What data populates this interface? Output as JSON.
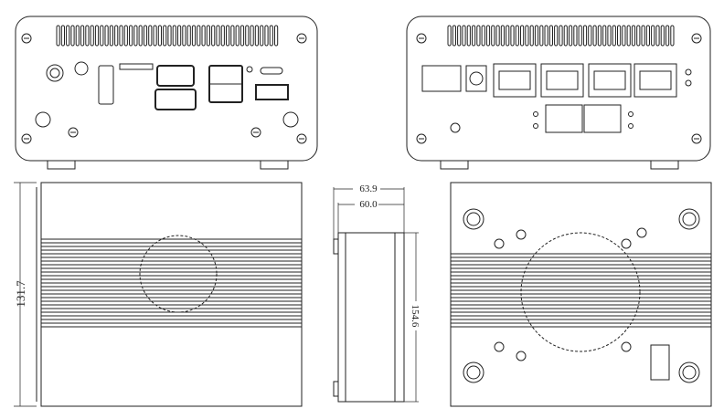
{
  "dimensions": {
    "overall_depth": "63.9",
    "body_depth": "60.0",
    "height": "154.6",
    "width": "131.7"
  },
  "views": [
    "front-view",
    "rear-view",
    "side-view",
    "narrow-side-view",
    "bottom-view"
  ],
  "colors": {
    "line": "#222222",
    "background": "#ffffff"
  }
}
